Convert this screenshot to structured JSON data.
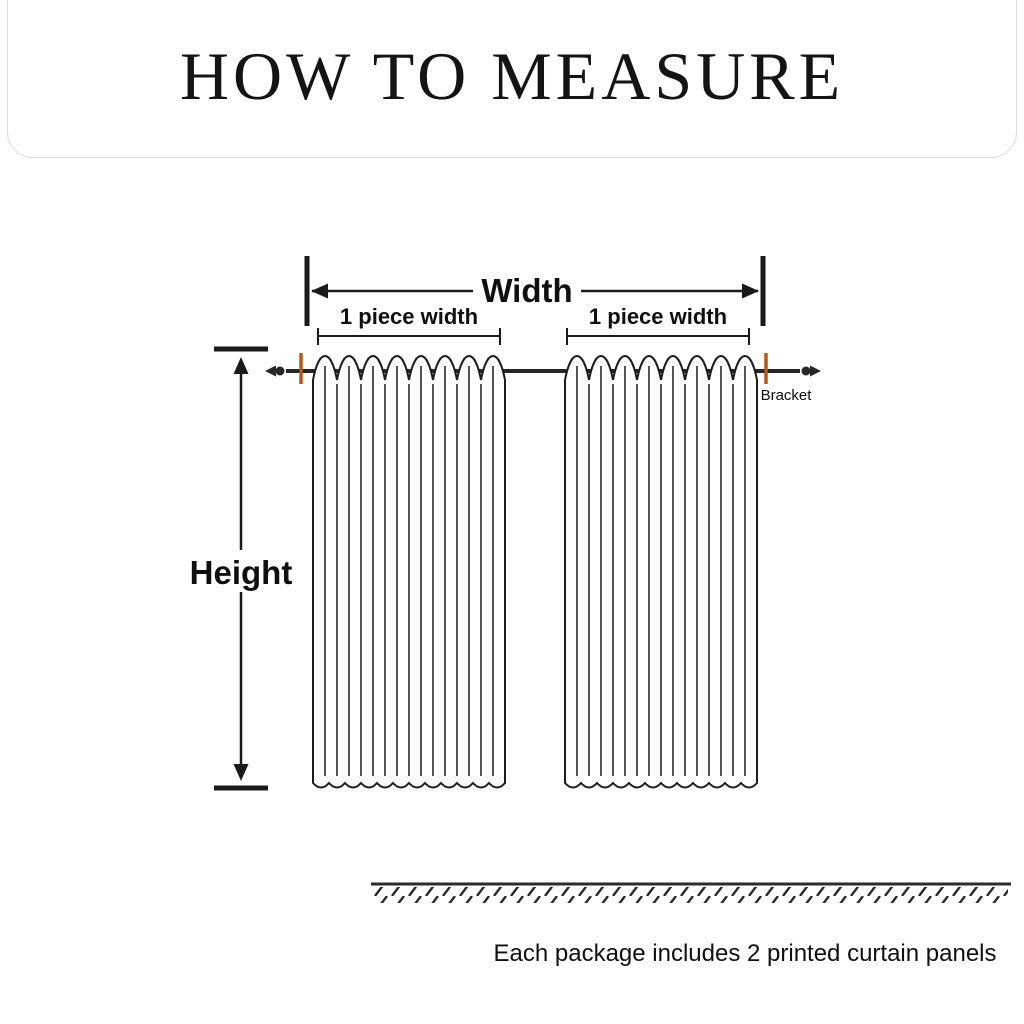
{
  "header": {
    "title": "HOW TO MEASURE"
  },
  "diagram": {
    "width_label": "Width",
    "piece_width_left": "1 piece width",
    "piece_width_right": "1 piece width",
    "height_label": "Height",
    "bracket_label": "Bracket",
    "panels_count": 2
  },
  "colors": {
    "accent": "#b05a1e",
    "line": "#1d1d1d"
  },
  "footer": {
    "note": "Each package includes 2 printed curtain panels"
  }
}
